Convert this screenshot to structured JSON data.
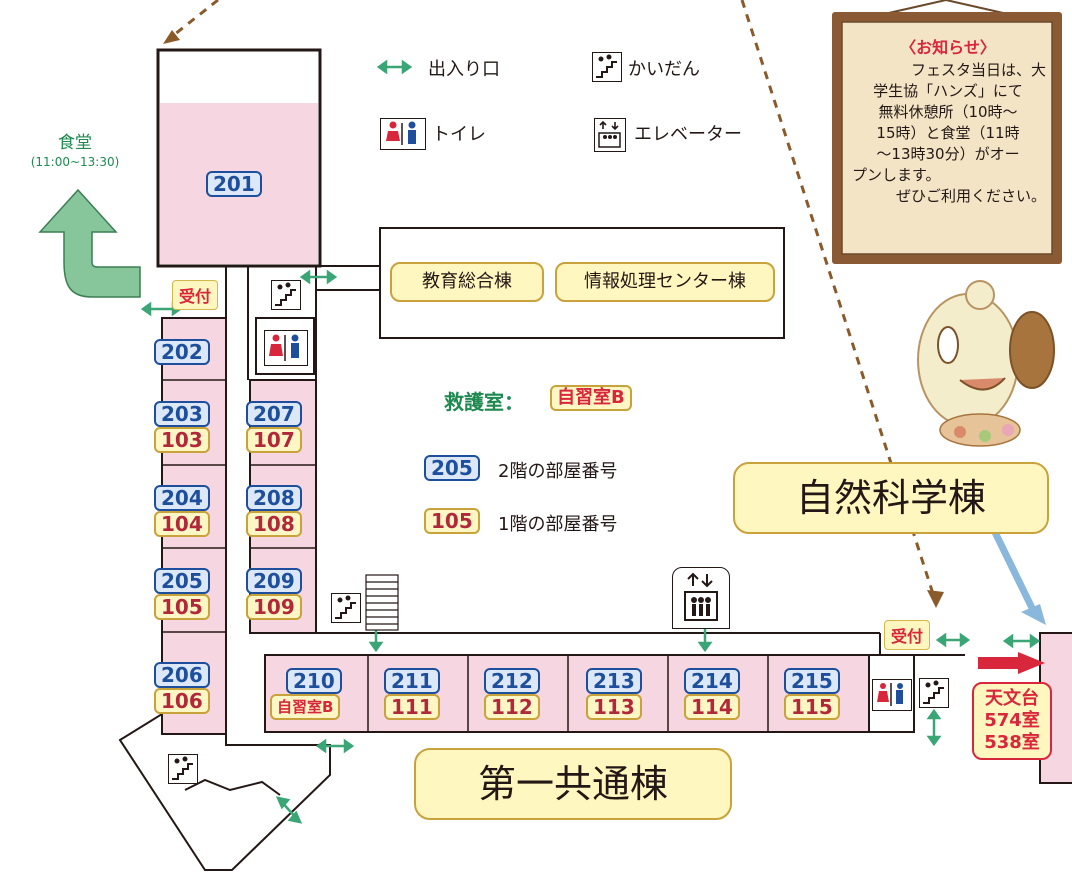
{
  "legend": {
    "entrance": "出入り口",
    "stairs": "かいだん",
    "toilet": "トイレ",
    "elevator": "エレベーター"
  },
  "cafeteria": {
    "name": "食堂",
    "hours": "(11:00~13:30)"
  },
  "notice": {
    "title": "〈お知らせ〉",
    "lines": [
      "フェスタ当日は、大",
      "学生協「ハンズ」にて",
      "無料休憩所（10時～",
      "15時）と食堂（11時",
      "～13時30分）がオー",
      "プンします。",
      "ぜひご利用ください。"
    ]
  },
  "reception": "受付",
  "buildings": {
    "education": "教育総合棟",
    "infocenter": "情報処理センター棟",
    "science": "自然科学棟",
    "common": "第一共通棟"
  },
  "first_aid": {
    "label": "救護室：",
    "room": "自習室B"
  },
  "key": {
    "floor2_sample": "205",
    "floor2_text": "2階の部屋番号",
    "floor1_sample": "105",
    "floor1_text": "1階の部屋番号"
  },
  "rooms": {
    "r201": "201",
    "r202": "202",
    "r203": "203",
    "r103": "103",
    "r204": "204",
    "r104": "104",
    "r205": "205",
    "r105": "105",
    "r206": "206",
    "r106": "106",
    "r207": "207",
    "r107": "107",
    "r208": "208",
    "r108": "108",
    "r209": "209",
    "r109": "109",
    "r210": "210",
    "r210b": "自習室B",
    "r211": "211",
    "r111": "111",
    "r212": "212",
    "r112": "112",
    "r213": "213",
    "r113": "113",
    "r214": "214",
    "r114": "114",
    "r215": "215",
    "r115": "115"
  },
  "observatory": {
    "name": "天文台",
    "room1": "574室",
    "room2": "538室"
  },
  "colors": {
    "room_fill": "#f6d6e0",
    "floor2_blue": "#1d4f9c",
    "floor1_red": "#b0283a",
    "entrance_green": "#3aa676",
    "label_yellow": "#fff7bf"
  }
}
